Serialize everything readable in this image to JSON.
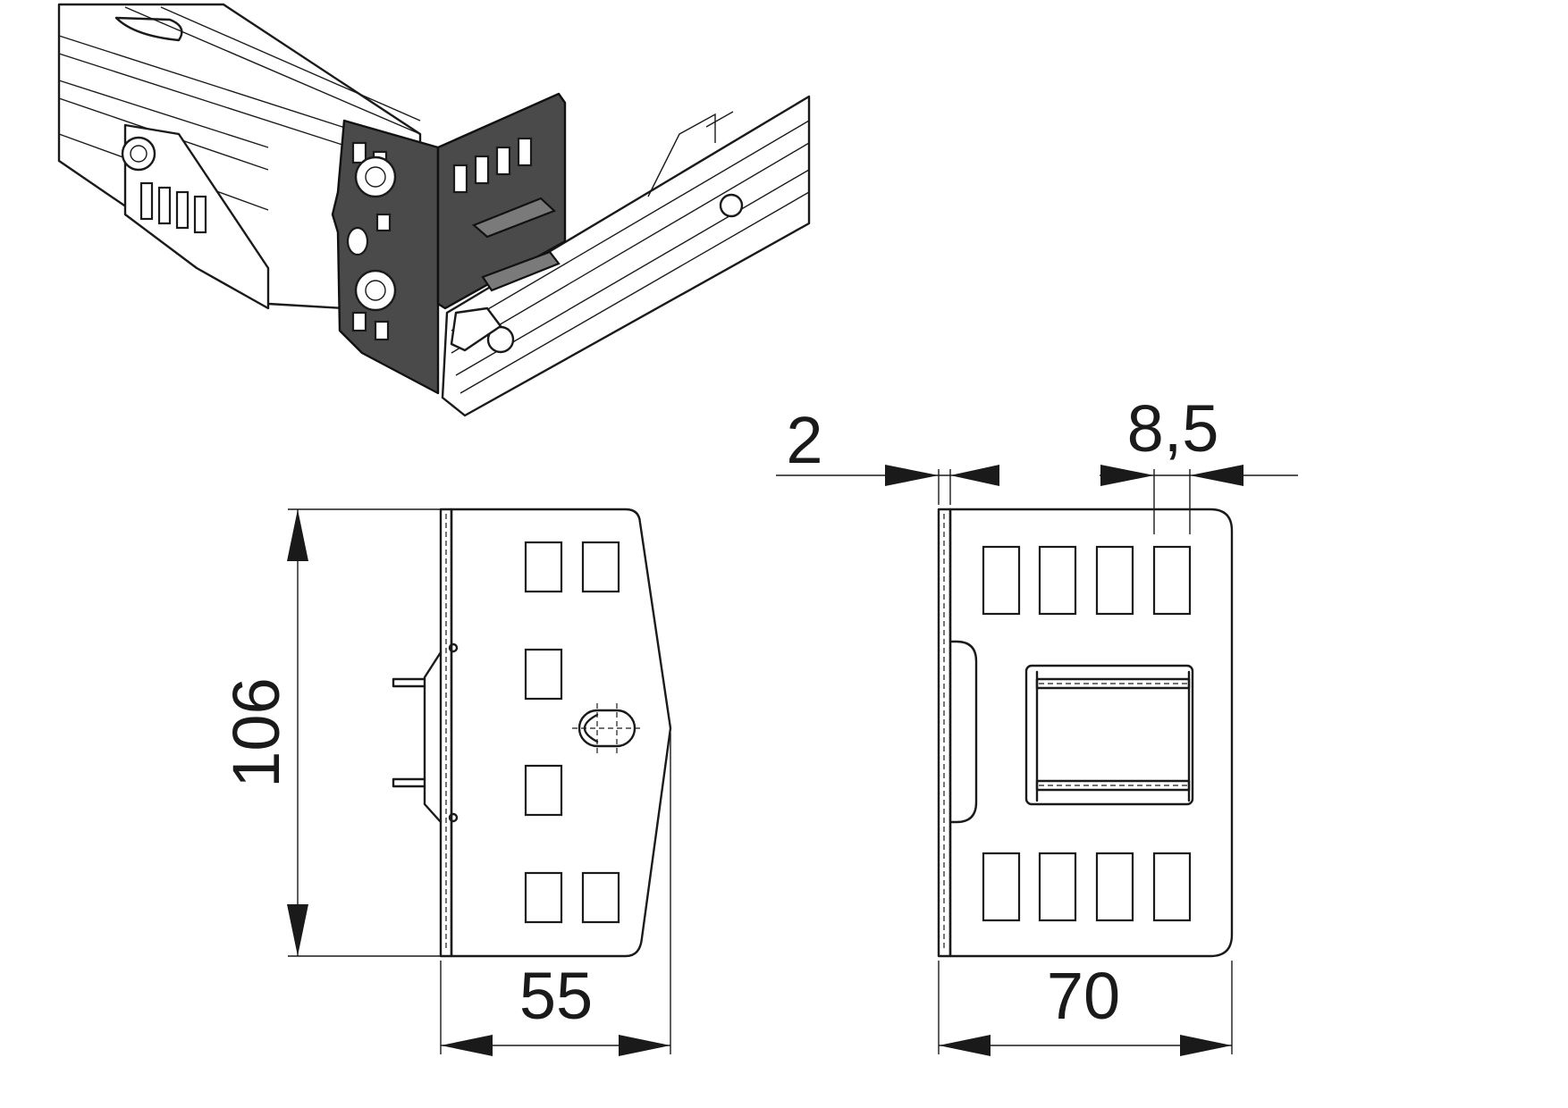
{
  "dimensions": {
    "height": "106",
    "side_width": "55",
    "front_width": "70",
    "offset": "2",
    "slot_pitch": "8,5"
  }
}
